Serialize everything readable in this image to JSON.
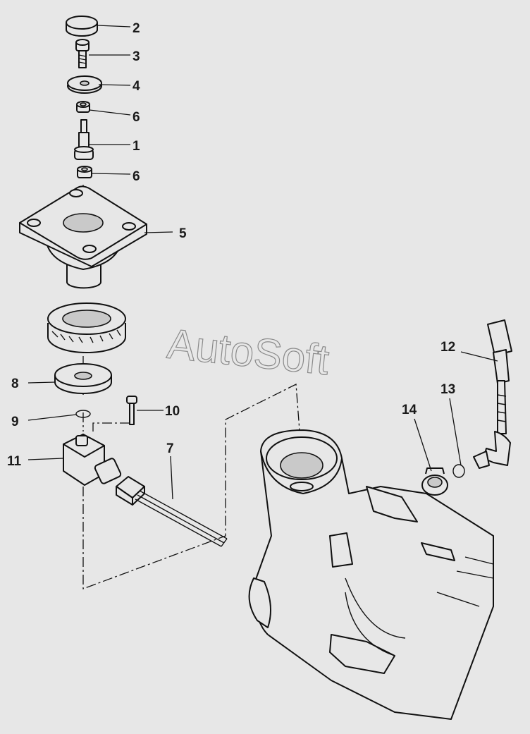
{
  "watermark": "AutoSoft",
  "callouts": [
    {
      "id": "2",
      "label": "2"
    },
    {
      "id": "3",
      "label": "3"
    },
    {
      "id": "4",
      "label": "4"
    },
    {
      "id": "6a",
      "label": "6"
    },
    {
      "id": "1",
      "label": "1"
    },
    {
      "id": "6b",
      "label": "6"
    },
    {
      "id": "5",
      "label": "5"
    },
    {
      "id": "8",
      "label": "8"
    },
    {
      "id": "9",
      "label": "9"
    },
    {
      "id": "10",
      "label": "10"
    },
    {
      "id": "11",
      "label": "11"
    },
    {
      "id": "7",
      "label": "7"
    },
    {
      "id": "12",
      "label": "12"
    },
    {
      "id": "13",
      "label": "13"
    },
    {
      "id": "14",
      "label": "14"
    }
  ],
  "colors": {
    "background": "#e7e7e7",
    "line": "#111111",
    "watermark": "#8a8a8a"
  }
}
